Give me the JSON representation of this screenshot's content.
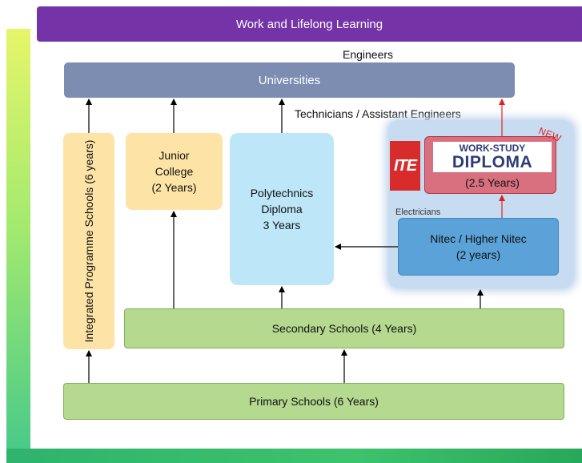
{
  "header": {
    "title": "Work and Lifelong Learning"
  },
  "universities": {
    "label": "Universities"
  },
  "labels": {
    "engineers": "Engineers",
    "technicians": "Technicians / Assistant Engineers",
    "electricians": "Electricians",
    "new_badge": "NEW"
  },
  "integrated": {
    "label": "Integrated Programme Schools (6 years)"
  },
  "junior_college": {
    "line1": "Junior",
    "line2": "College",
    "line3": "(2 Years)"
  },
  "polytechnics": {
    "line1": "Polytechnics",
    "line2": "Diploma",
    "line3": "3 Years"
  },
  "ite": {
    "logo_text": "ITE"
  },
  "work_study": {
    "line1": "WORK-STUDY",
    "line2": "DIPLOMA",
    "years": "(2.5 Years)"
  },
  "nitec": {
    "line1": "Nitec / Higher Nitec",
    "line2": "(2 years)"
  },
  "secondary": {
    "label": "Secondary Schools (4 Years)"
  },
  "primary": {
    "label": "Primary Schools (6 Years)"
  },
  "colors": {
    "header": "#7433a7",
    "universities": "#7c8db1",
    "yellow_box": "#fde4a6",
    "polytechnic": "#bde7f8",
    "ite_red": "#d82c2c",
    "work_study": "#d9707f",
    "nitec": "#5aa2d8",
    "school_green": "#b4d98f",
    "new_badge": "#e02020",
    "arrow_red": "#e02020",
    "arrow_black": "#000000"
  }
}
